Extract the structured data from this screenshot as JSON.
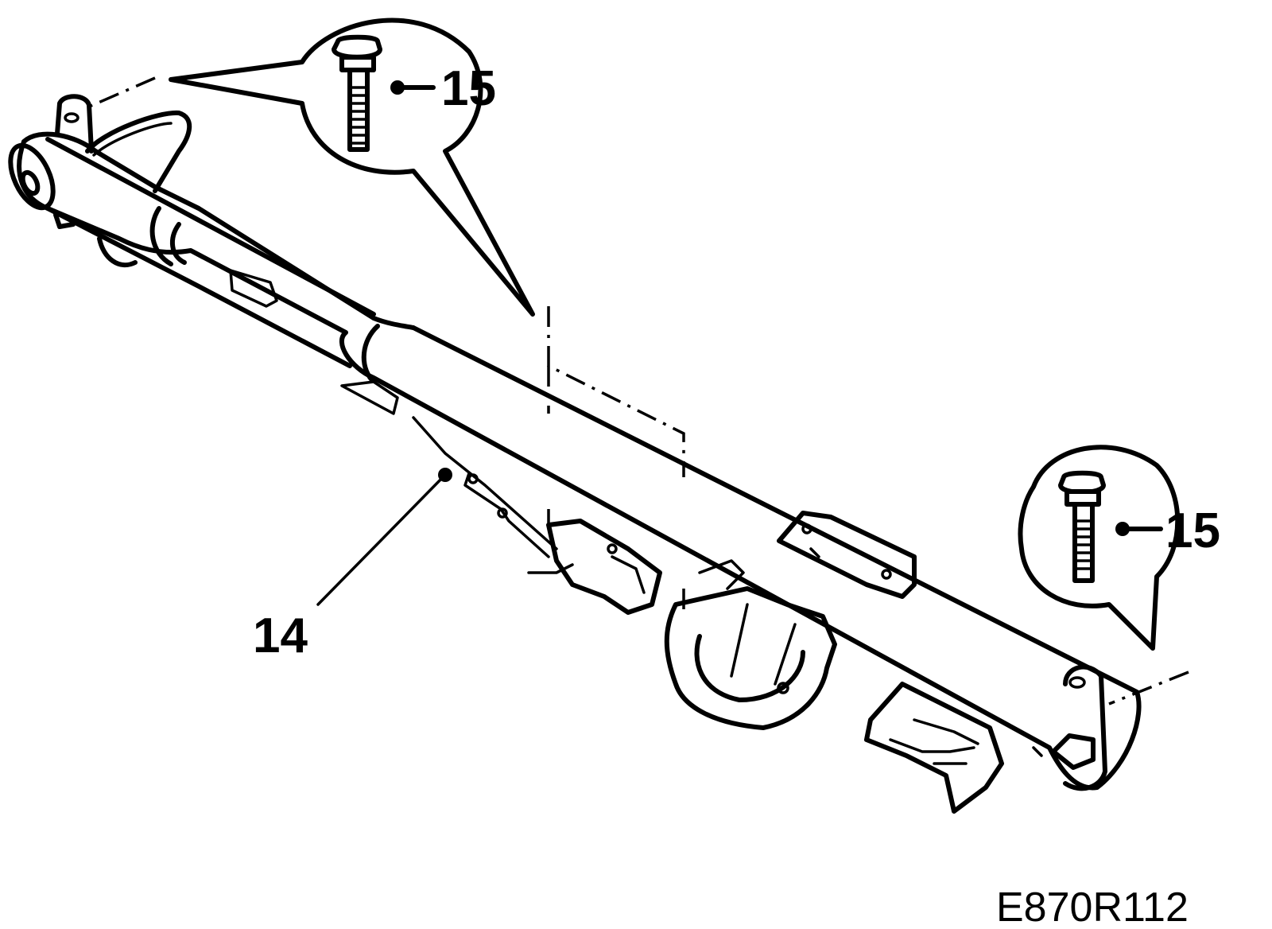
{
  "callouts": [
    {
      "id": "part-14",
      "label": "14"
    },
    {
      "id": "bolt-15-top",
      "label": "15"
    },
    {
      "id": "bolt-15-right",
      "label": "15"
    }
  ],
  "figure_code": "E870R112",
  "icons": [
    "bolt-icon",
    "cross-car-beam-drawing",
    "leader-line"
  ]
}
